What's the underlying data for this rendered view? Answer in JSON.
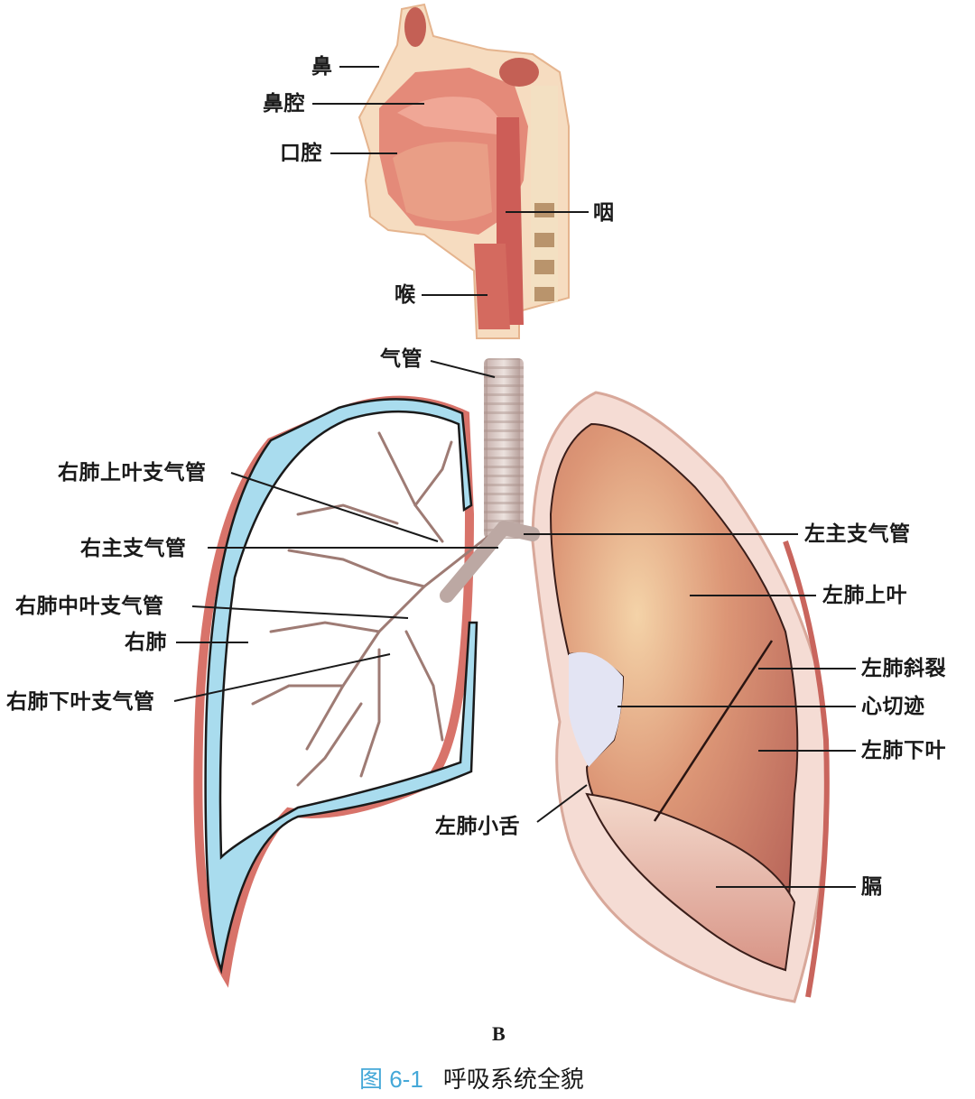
{
  "figure": {
    "panel_letter": "B",
    "caption_number": "图 6-1",
    "caption_title": "呼吸系统全貌",
    "colors": {
      "caption_number": "#45a8d8",
      "pleura_blue": "#a9dcee",
      "tissue_red": "#d8736a",
      "lung_tissue": "#d99272",
      "trachea": "#d8c8c4"
    }
  },
  "labels": {
    "nose": "鼻",
    "nasal_cavity": "鼻腔",
    "oral_cavity": "口腔",
    "pharynx": "咽",
    "larynx": "喉",
    "trachea": "气管",
    "right_upper_lobe_bronchus": "右肺上叶支气管",
    "right_main_bronchus": "右主支气管",
    "right_middle_lobe_bronchus": "右肺中叶支气管",
    "right_lung": "右肺",
    "right_lower_lobe_bronchus": "右肺下叶支气管",
    "left_main_bronchus": "左主支气管",
    "left_upper_lobe": "左肺上叶",
    "left_oblique_fissure": "左肺斜裂",
    "cardiac_notch": "心切迹",
    "left_lower_lobe": "左肺下叶",
    "lingula": "左肺小舌",
    "diaphragm": "膈"
  }
}
